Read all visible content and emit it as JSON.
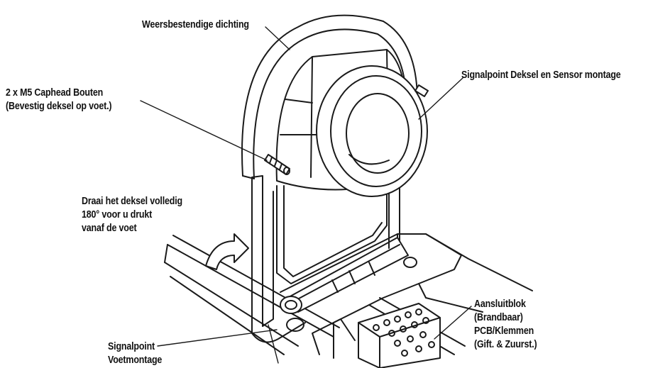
{
  "diagram": {
    "labels": {
      "seal": [
        "Weersbestendige dichting"
      ],
      "bolts": [
        "2 x M5 Caphead Bouten",
        "(Bevestig deksel op voet.)"
      ],
      "cover": [
        "Signalpoint Deksel en Sensor montage"
      ],
      "rotate": [
        "Draai het deksel volledig",
        "180° voor u drukt",
        "vanaf de voet"
      ],
      "base": [
        "Signalpoint",
        "Voetmontage"
      ],
      "terminal": [
        "Aansluitblok",
        "(Brandbaar)",
        "PCB/Klemmen",
        "(Gift. & Zuurst.)"
      ]
    },
    "colors": {
      "ink": "#111111",
      "line": "#1a1a1a",
      "paper": "#ffffff",
      "shade": "#e6e6e6"
    },
    "icons": [
      "rotate-arrow-icon"
    ]
  }
}
